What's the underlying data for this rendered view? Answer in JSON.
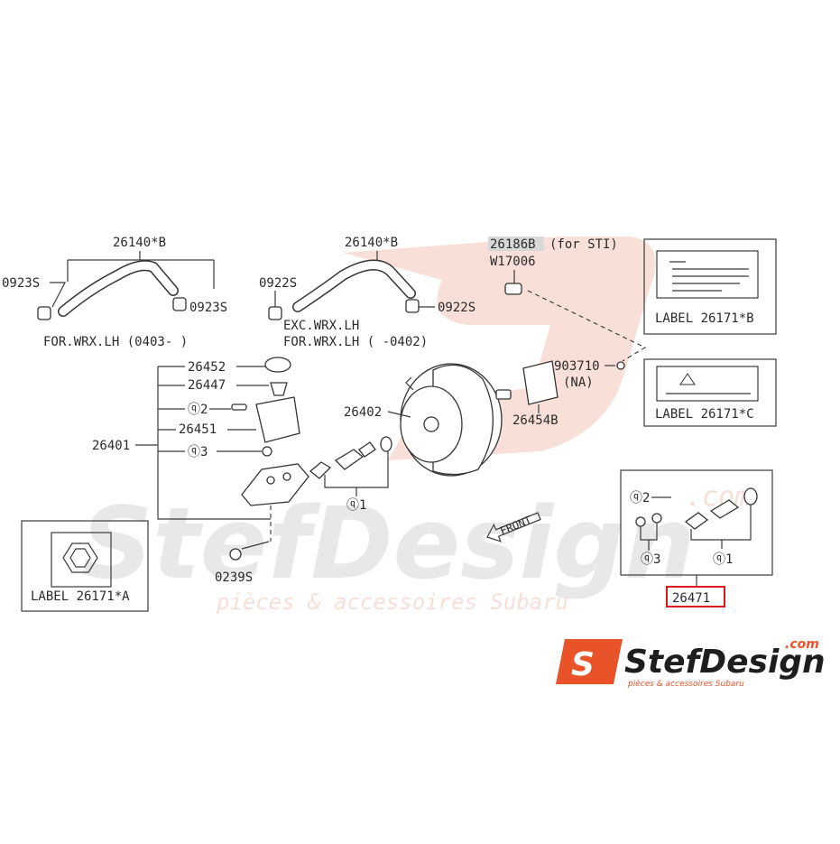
{
  "diagram": {
    "hoses": {
      "left_top": "26140*B",
      "left_clamp_a": "0923S",
      "left_clamp_b": "0923S",
      "left_note": "FOR.WRX.LH (0403-    )",
      "mid_top": "26140*B",
      "mid_clamp_a": "0922S",
      "mid_clamp_b": "0922S",
      "mid_note_1": "EXC.WRX.LH",
      "mid_note_2": "FOR.WRX.LH (    -0402)"
    },
    "sti_part": {
      "number": "26186B",
      "note": "(for STI)",
      "clip": "W17006"
    },
    "master_cylinder": {
      "cap": "26452",
      "filter": "26447",
      "pin_q2": "ⓠ2",
      "reservoir": "26451",
      "assembly": "26401",
      "seal_q3": "ⓠ3",
      "kit_q1": "ⓠ1",
      "bolt": "0239S"
    },
    "booster": {
      "number": "26402",
      "gasket": "26454B",
      "screw": "903710",
      "screw_note": "(NA)",
      "front_arrow": "FRONT"
    },
    "labels": {
      "label_a": "LABEL 26171*A",
      "label_b": "LABEL 26171*B",
      "label_c": "LABEL 26171*C"
    },
    "repair_kit": {
      "number": "26471",
      "q2": "ⓠ2",
      "q3": "ⓠ3",
      "q1": "ⓠ1"
    }
  },
  "watermark": {
    "brand": "StefDesign",
    "tagline": "pièces & accessoires Subaru",
    "domain": ".com"
  },
  "logo": {
    "mark": "S",
    "brand": "StefDesign",
    "domain": ".com",
    "tagline": "pièces & accessoires Subaru"
  },
  "colors": {
    "accent": "#e0141e",
    "logo_orange": "#e8532a",
    "watermark_pink": "#f2c6b8"
  }
}
